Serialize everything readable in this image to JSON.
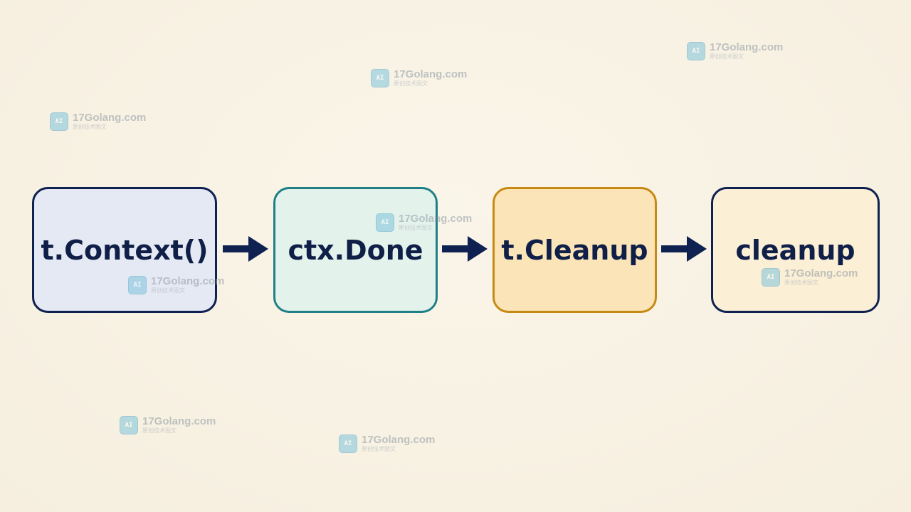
{
  "flow": {
    "steps": [
      {
        "label": "t.Context()"
      },
      {
        "label": "ctx.Done"
      },
      {
        "label": "t.Cleanup"
      },
      {
        "label": "cleanup"
      }
    ],
    "arrow_icon": "right-arrow-icon",
    "colors": {
      "arrow": "#0f2150",
      "step1_border": "#0f2150",
      "step1_fill": "#e5e9f3",
      "step2_border": "#1f7f86",
      "step2_fill": "#e4f2ec",
      "step3_border": "#c68a14",
      "step3_fill": "#fbe4b8",
      "step4_border": "#0f2150",
      "step4_fill": "#fbefd6",
      "background": "#f8f2e4"
    }
  },
  "watermark": {
    "text": "17Golang.com",
    "subtext": "原创技术图文",
    "icon": "site-logo-icon"
  }
}
